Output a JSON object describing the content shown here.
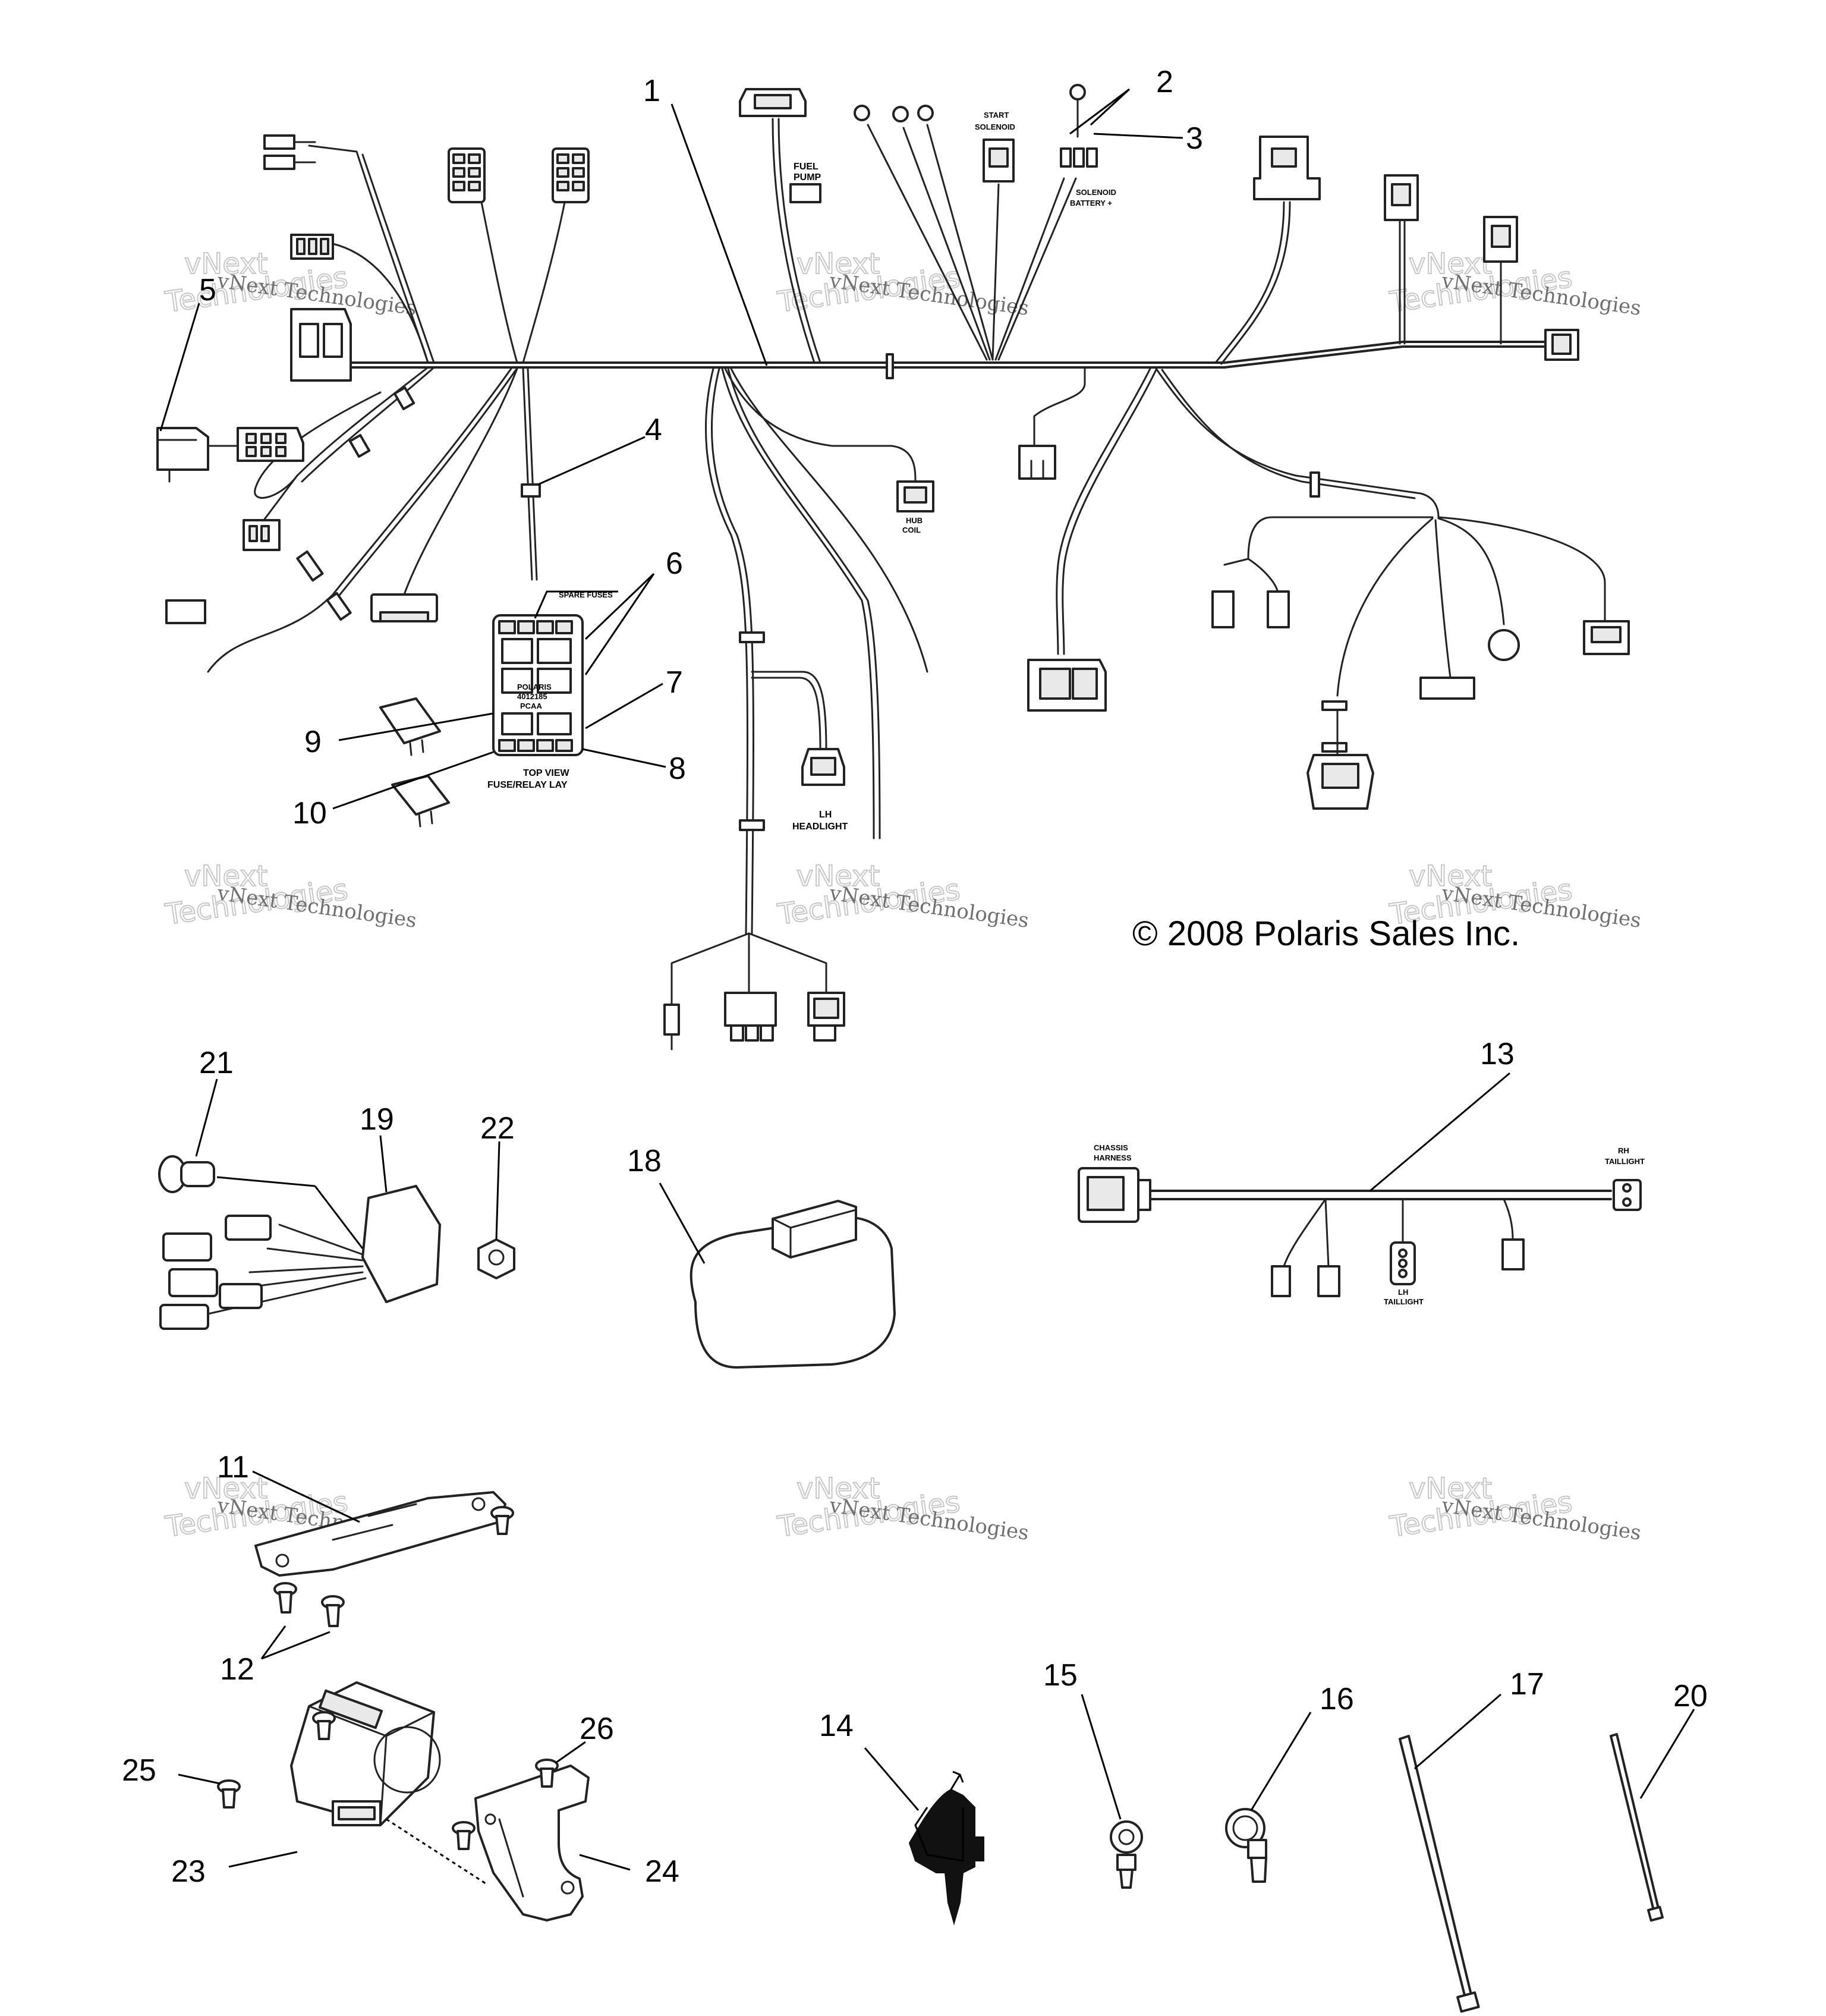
{
  "callouts": [
    "1",
    "2",
    "3",
    "4",
    "5",
    "6",
    "7",
    "8",
    "9",
    "10",
    "11",
    "12",
    "13",
    "14",
    "15",
    "16",
    "17",
    "18",
    "19",
    "20",
    "21",
    "22",
    "23",
    "24",
    "25",
    "26"
  ],
  "labels": {
    "fuel_pump_1": "FUEL",
    "fuel_pump_2": "PUMP",
    "start_solenoid_1": "START",
    "start_solenoid_2": "SOLENOID",
    "solenoid_battery_1": "SOLENOID",
    "solenoid_battery_2": "BATTERY +",
    "hub_coil_1": "HUB",
    "hub_coil_2": "COIL",
    "lh_headlight_1": "LH",
    "lh_headlight_2": "HEADLIGHT",
    "spare_fuses": "SPARE FUSES",
    "fuse_box_text_1": "POLARIS",
    "fuse_box_text_2": "4012185",
    "fuse_box_text_3": "PCAA",
    "fuse_view_1": "TOP VIEW",
    "fuse_view_2": "FUSE/RELAY LAY",
    "chassis_harness_1": "CHASSIS",
    "chassis_harness_2": "HARNESS",
    "rh_taillight_1": "RH",
    "rh_taillight_2": "TAILLIGHT",
    "lh_taillight_1": "LH",
    "lh_taillight_2": "TAILLIGHT"
  },
  "copyright": "© 2008 Polaris Sales Inc.",
  "watermark": {
    "line1": "vNext Technologies",
    "line2": "vNext",
    "line3": "Technologies"
  }
}
